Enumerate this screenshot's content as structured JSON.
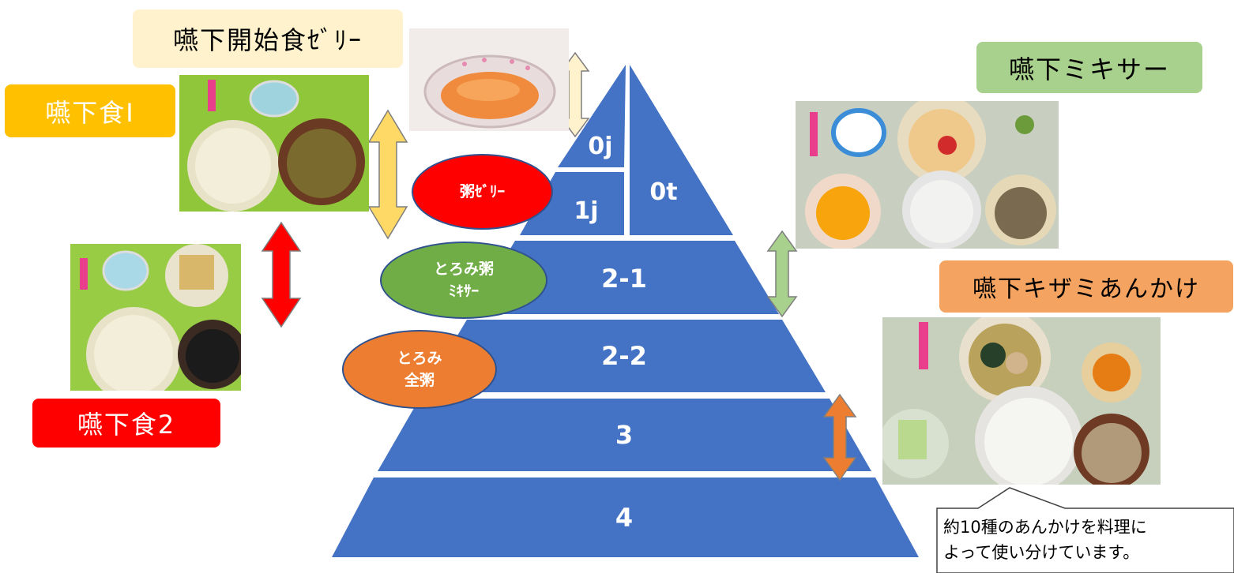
{
  "colors": {
    "pyramid": "#4472c4",
    "yellow_box": "#ffc000",
    "red_box": "#ff0000",
    "cream_box": "#fff2cc",
    "green_box": "#a9d18e",
    "orange_box": "#f4a460",
    "ellipse_red": "#ff0000",
    "ellipse_green": "#70ad47",
    "ellipse_orange": "#ed7d31"
  },
  "labels": {
    "start_jelly": "嚥下開始食ｾﾞﾘｰ",
    "food1": "嚥下食Ⅰ",
    "food2": "嚥下食2",
    "mixer": "嚥下ミキサー",
    "kizami": "嚥下キザミあんかけ"
  },
  "ellipses": {
    "kayu_jelly": "粥ｾﾞﾘｰ",
    "toromi_kayu": "とろみ粥\nﾐｷｻｰ",
    "toromi_zenkayu": "とろみ\n全粥"
  },
  "pyramid_levels": [
    "0j",
    "0t",
    "1j",
    "2-1",
    "2-2",
    "3",
    "4"
  ],
  "callout": {
    "line1": "約10種のあんかけを料理に",
    "line2": "よって使い分けています。"
  }
}
